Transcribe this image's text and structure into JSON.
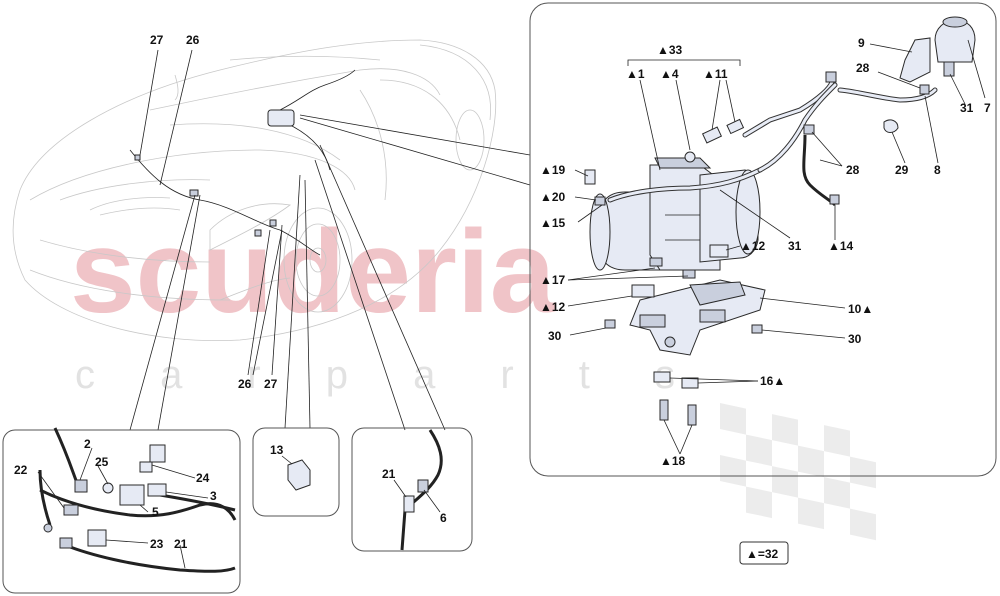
{
  "watermark": {
    "main": "scuderia",
    "sub": "c a r p a r t s"
  },
  "legend": {
    "text": "▲=32"
  },
  "callouts": {
    "c27a": "27",
    "c26a": "26",
    "c26b": "26",
    "c27b": "27",
    "c33": "▲33",
    "c1": "▲1",
    "c4": "▲4",
    "c11": "▲11",
    "c9": "9",
    "c28a": "28",
    "c31a": "31",
    "c7": "7",
    "c19": "▲19",
    "c20": "▲20",
    "c15": "▲15",
    "c12a": "▲12",
    "c31b": "31",
    "c14": "▲14",
    "c28b": "28",
    "c29": "29",
    "c8": "8",
    "c17": "▲17",
    "c12b": "▲12",
    "c10": "10▲",
    "c30a": "30",
    "c30b": "30",
    "c16": "16▲",
    "c18": "▲18",
    "c13": "13",
    "c2": "2",
    "c22": "22",
    "c25": "25",
    "c24": "24",
    "c3": "3",
    "c5": "5",
    "c23": "23",
    "c21a": "21",
    "c21b": "21",
    "c6": "6"
  },
  "colors": {
    "watermark_red": "#f0c4c8",
    "line": "#222222",
    "car_outline": "#c8c8c8",
    "part_fill": "#e6eaf4"
  }
}
